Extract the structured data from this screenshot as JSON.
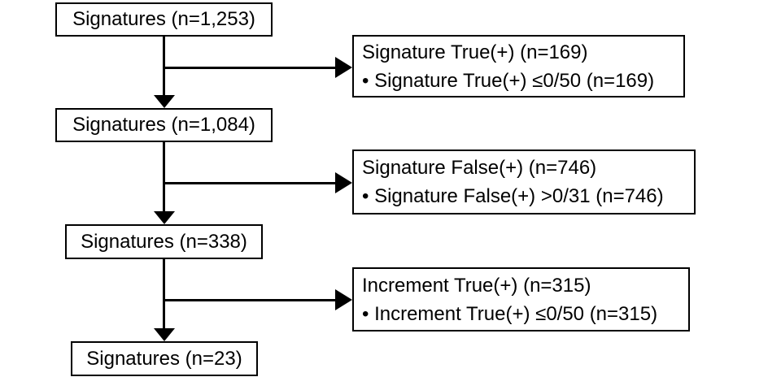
{
  "diagram": {
    "type": "flowchart",
    "colors": {
      "background": "#ffffff",
      "border": "#000000",
      "line": "#000000",
      "text": "#000000"
    },
    "flow_boxes": [
      {
        "label": "Signatures (n=1,253)"
      },
      {
        "label": "Signatures (n=1,084)"
      },
      {
        "label": "Signatures (n=338)"
      },
      {
        "label": "Signatures (n=23)"
      }
    ],
    "exclusion_boxes": [
      {
        "title": "Signature True(+) (n=169)",
        "bullet": "• Signature True(+) ≤0/50 (n=169)"
      },
      {
        "title": "Signature False(+) (n=746)",
        "bullet": "• Signature False(+) >0/31 (n=746)"
      },
      {
        "title": "Increment True(+) (n=315)",
        "bullet": "• Increment True(+) ≤0/50 (n=315)"
      }
    ],
    "edges": [
      {
        "from": "Signatures (n=1,253)",
        "to": "Signatures (n=1,084)",
        "branch_to": "Signature True(+) (n=169)"
      },
      {
        "from": "Signatures (n=1,084)",
        "to": "Signatures (n=338)",
        "branch_to": "Signature False(+) (n=746)"
      },
      {
        "from": "Signatures (n=338)",
        "to": "Signatures (n=23)",
        "branch_to": "Increment True(+) (n=315)"
      }
    ]
  }
}
